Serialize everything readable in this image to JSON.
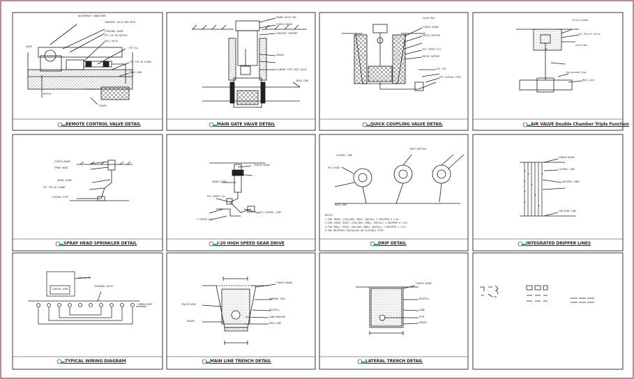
{
  "panels": [
    {
      "title": "REMOTE CONTROL VALVE DETAIL"
    },
    {
      "title": "MAIN GATE VALVE DETAIL"
    },
    {
      "title": "QUICK COUPLING VALVE DETAIL"
    },
    {
      "title": "AIR VALVE Double Chamber Triple Function"
    },
    {
      "title": "SPRAY HEAD SPRINKLER DETAIL"
    },
    {
      "title": "I-20 HIGH SPEED GEAR DRIVE"
    },
    {
      "title": "DRIP DETAIL"
    },
    {
      "title": "INTEGRATED DRIPPER LINES"
    },
    {
      "title": "TYPICAL WIRING DIAGRAM"
    },
    {
      "title": "MAIN LINE TRENCH DETAIL"
    },
    {
      "title": "LATERAL TRENCH DETAIL"
    }
  ],
  "labels": {
    "p1": [
      "WATERPROOF CONNECTORS",
      "CONCRETE VALVE BOX WITH",
      "FINISHED GRADE",
      "PVC SCH 80 NIPPLE",
      "BALL VALVE",
      "PVC ELL",
      "PVC TEE OR ELBOW",
      "MAIN LINE",
      "WIRE",
      "NIPPLE",
      "GRAVEL"
    ],
    "p2": [
      "ROUND VALVE BOX",
      "FINISH GRADE",
      "CONCRETE SUPPORT",
      "GRAVEL",
      "FLANGED TYPE GATE VALVE",
      "MAIN LINE"
    ],
    "p3": [
      "VALVE BOX",
      "FINISH GRADE",
      "QUICK COUPLER",
      "PVC STREET ELL",
      "BRICK SUPPORT",
      "PVC TEE",
      "PVC LATERAL PIPE"
    ],
    "p4": [
      "Finish Grade",
      "Air Relief Valve",
      "Valve Box",
      "Galvanized Pipe",
      "Main Line"
    ],
    "p5": [
      "FINISH GRADE",
      "SPRAY HEAD",
      "SWING JOINT",
      "PVC TEE OR ELBOW",
      "LATERAL PIPE"
    ],
    "p6": [
      "FINISH GRADE",
      "SWING JOINT",
      "PVC STREET ELL",
      "PVC LATERAL LINE",
      "T SERIES ELL"
    ],
    "p7": [
      "LATERAL LINE",
      "PVC RISER",
      "DRIP EMITTER",
      "MAIN LINE"
    ],
    "p8": [
      "FINISH GRADE",
      "LATERAL LINE",
      "DRIPPER LINES",
      "SUB MAIN LINE"
    ],
    "p9": [
      "CONTROLLER",
      "SOLENOID VALVE",
      "CONTROL WIRE",
      "COMMON WIRE"
    ],
    "p10": [
      "FINISH GRADE",
      "TRACER WIRE",
      "WARNING TAPE",
      "BACKFILL",
      "SAND BEDDING",
      "MAIN LINE",
      "GRAVEL"
    ],
    "p11": [
      "FINISH GRADE",
      "BACKFILL",
      "SAND",
      "PIPE",
      "GRAVEL"
    ]
  },
  "notes": [
    "NOTES:",
    "1-FOR TREES (130/200) SMALL INSTALL 2 DRIPPER 4 L/Hr",
    "2-FOR LARGE TREES (150/300) SMALL INSTALL 4 DRIPPER 8 L/Hr",
    "3-FOR SMALL TREES (80/100) SMALL INSTALL 2 DRIPPER 4 L/Hr",
    "4-THE DRIPPERS INSTALLED ON FLEXIBLE PIPE"
  ],
  "colors": {
    "line": "#1a1a1a",
    "sheet_border": "#7a1a1a",
    "tag_green": "#1fae3f"
  }
}
